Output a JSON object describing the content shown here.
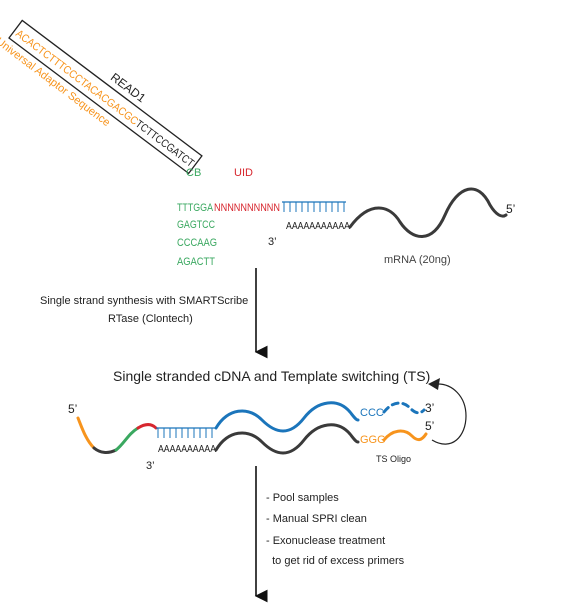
{
  "read1": {
    "label": "READ1",
    "sequence_orange": "ACACTCTTTCCCTACACGACGC",
    "sequence_black": "TCTTCCGATCT",
    "adaptor_label": "Universal Adaptor Sequence"
  },
  "cb_label": "CB",
  "uid_label": "UID",
  "barcodes": [
    "TTTGGA",
    "GAGTCC",
    "CCCAAG",
    "AGACTT"
  ],
  "uid_seq": "NNNNNNNNNN",
  "polyT": "TTTTTTTTTT",
  "polyA": "AAAAAAAAAAA",
  "three_prime_1": "3’",
  "five_prime_1": "5’",
  "mrna_label": "mRNA (20ng)",
  "step1_line1": "Single strand synthesis with SMARTScribe",
  "step1_line2": "RTase (Clontech)",
  "section_title": "Single stranded cDNA and Template switching (TS)",
  "five_prime_2": "5’",
  "polyT_2": "TTTTTTTTTT",
  "polyA_2": "AAAAAAAAAA",
  "three_prime_2": "3’",
  "ccc": "CCC",
  "ggg": "GGG",
  "ts_three_prime": "3’",
  "ts_five_prime": "5’",
  "ts_oligo_label": "TS Oligo",
  "step2_items": [
    "- Pool samples",
    "- Manual SPRI clean",
    "- Exonuclease treatment",
    "  to get rid of excess primers"
  ],
  "colors": {
    "orange": "#f7941d",
    "green": "#3aa860",
    "red": "#d7262e",
    "blue": "#1b75bb",
    "dark": "#3a3a3a"
  }
}
